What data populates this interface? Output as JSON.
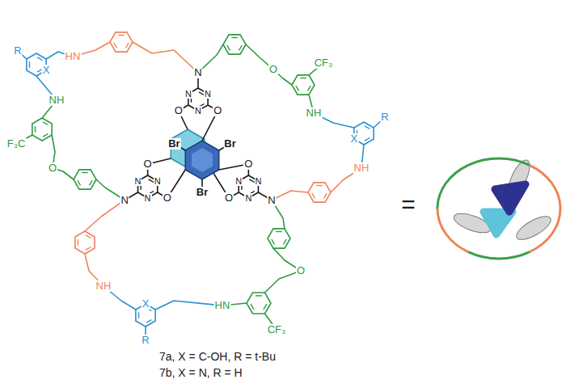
{
  "diagram": {
    "labels": [
      "R",
      "X",
      "HN",
      "NH",
      "F₃C",
      "O",
      "N",
      "N",
      "N",
      "N",
      "O",
      "O",
      "O",
      "CF₃",
      "NH",
      "X",
      "R",
      "NH",
      "N",
      "N",
      "N",
      "N",
      "O",
      "O",
      "O",
      "CF₃",
      "HN",
      "X",
      "R",
      "NH",
      "N",
      "N",
      "N",
      "N",
      "O",
      "O",
      "Br",
      "Br",
      "Br",
      "=",
      "7a, X = C-OH, R = t-Bu",
      "7b, X = N, R = H"
    ]
  }
}
